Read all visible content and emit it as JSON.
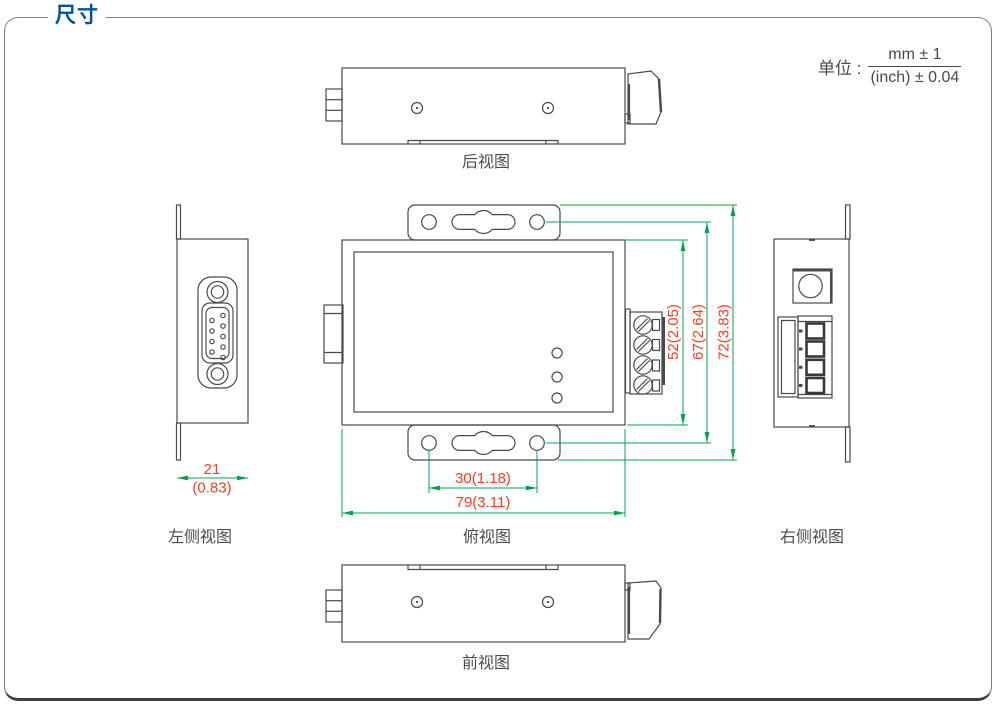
{
  "header": {
    "title": "尺寸"
  },
  "unit": {
    "label": "单位 :",
    "numerator": "mm ± 1",
    "denominator": "(inch) ± 0.04"
  },
  "views": {
    "rear": "后视图",
    "left": "左侧视图",
    "top": "俯视图",
    "right": "右侧视图",
    "front": "前视图"
  },
  "dims": {
    "body_width": "79(3.11)",
    "mount_hole_spacing": "30(1.18)",
    "depth_mm": "21",
    "depth_inch": "(0.83)",
    "body_height": "52(2.05)",
    "mount_hole_height": "67(2.64)",
    "total_height": "72(3.83)"
  },
  "colors": {
    "accent_blue": "#0053a4",
    "dimension_line_green": "#00a551",
    "dimension_text_red": "#ff3b21",
    "line_art_gray": "#4a4a4a"
  }
}
